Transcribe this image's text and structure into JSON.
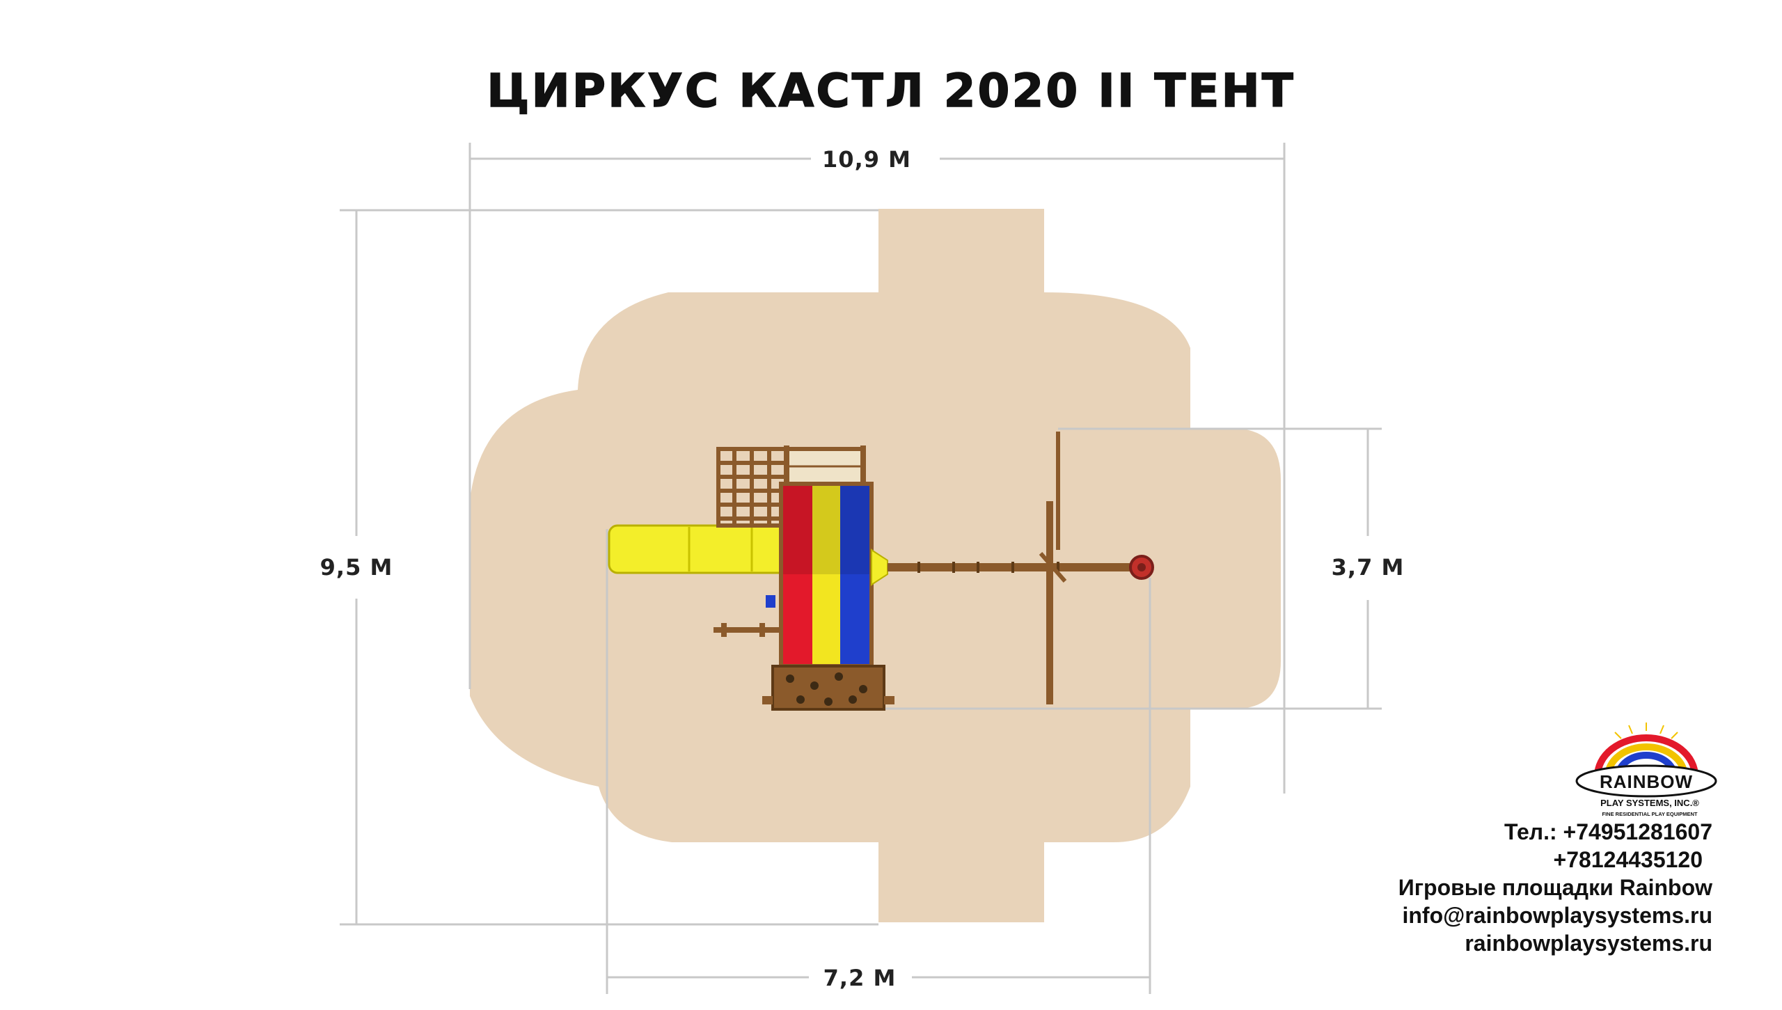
{
  "title": "ЦИРКУС КАСТЛ 2020 II ТЕНТ",
  "dimensions": {
    "overall_width": "10,9 М",
    "overall_height": "9,5 М",
    "structure_width": "7,2 М",
    "structure_depth": "3,7 М"
  },
  "contacts": {
    "phone_1": "Тел.: +74951281607",
    "phone_2": "+78124435120",
    "company": "Игровые площадки Rainbow",
    "email": "info@rainbowplaysystems.ru",
    "website": "rainbowplaysystems.ru"
  },
  "logo": {
    "brand": "RAINBOW",
    "subtitle": "PLAY SYSTEMS, INC.®",
    "tagline": "FINE RESIDENTIAL PLAY EQUIPMENT"
  },
  "colors": {
    "safety_zone": "#e8d3b9",
    "wood": "#8b5a2b",
    "red": "#e3192b",
    "yellow": "#f2e520",
    "blue": "#1f3fcc",
    "slide": "#f3ee2a",
    "dimension_lines": "#c8c8c8"
  }
}
